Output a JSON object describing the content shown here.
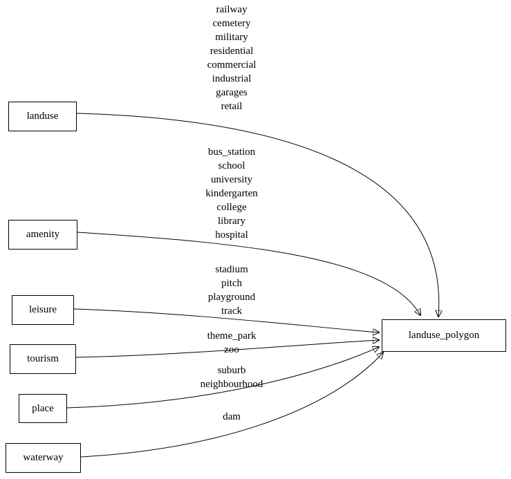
{
  "diagram": {
    "background": "#ffffff",
    "stroke": "#000000"
  },
  "nodes": {
    "landuse": {
      "label": "landuse"
    },
    "amenity": {
      "label": "amenity"
    },
    "leisure": {
      "label": "leisure"
    },
    "tourism": {
      "label": "tourism"
    },
    "place": {
      "label": "place"
    },
    "waterway": {
      "label": "waterway"
    },
    "target": {
      "label": "landuse_polygon"
    }
  },
  "edge_labels": {
    "landuse": "railway\ncemetery\nmilitary\nresidential\ncommercial\nindustrial\ngarages\nretail",
    "amenity": "bus_station\nschool\nuniversity\nkindergarten\ncollege\nlibrary\nhospital",
    "leisure": "stadium\npitch\nplayground\ntrack",
    "tourism": "theme_park\nzoo",
    "place": "suburb\nneighbourhood",
    "waterway": "dam"
  }
}
